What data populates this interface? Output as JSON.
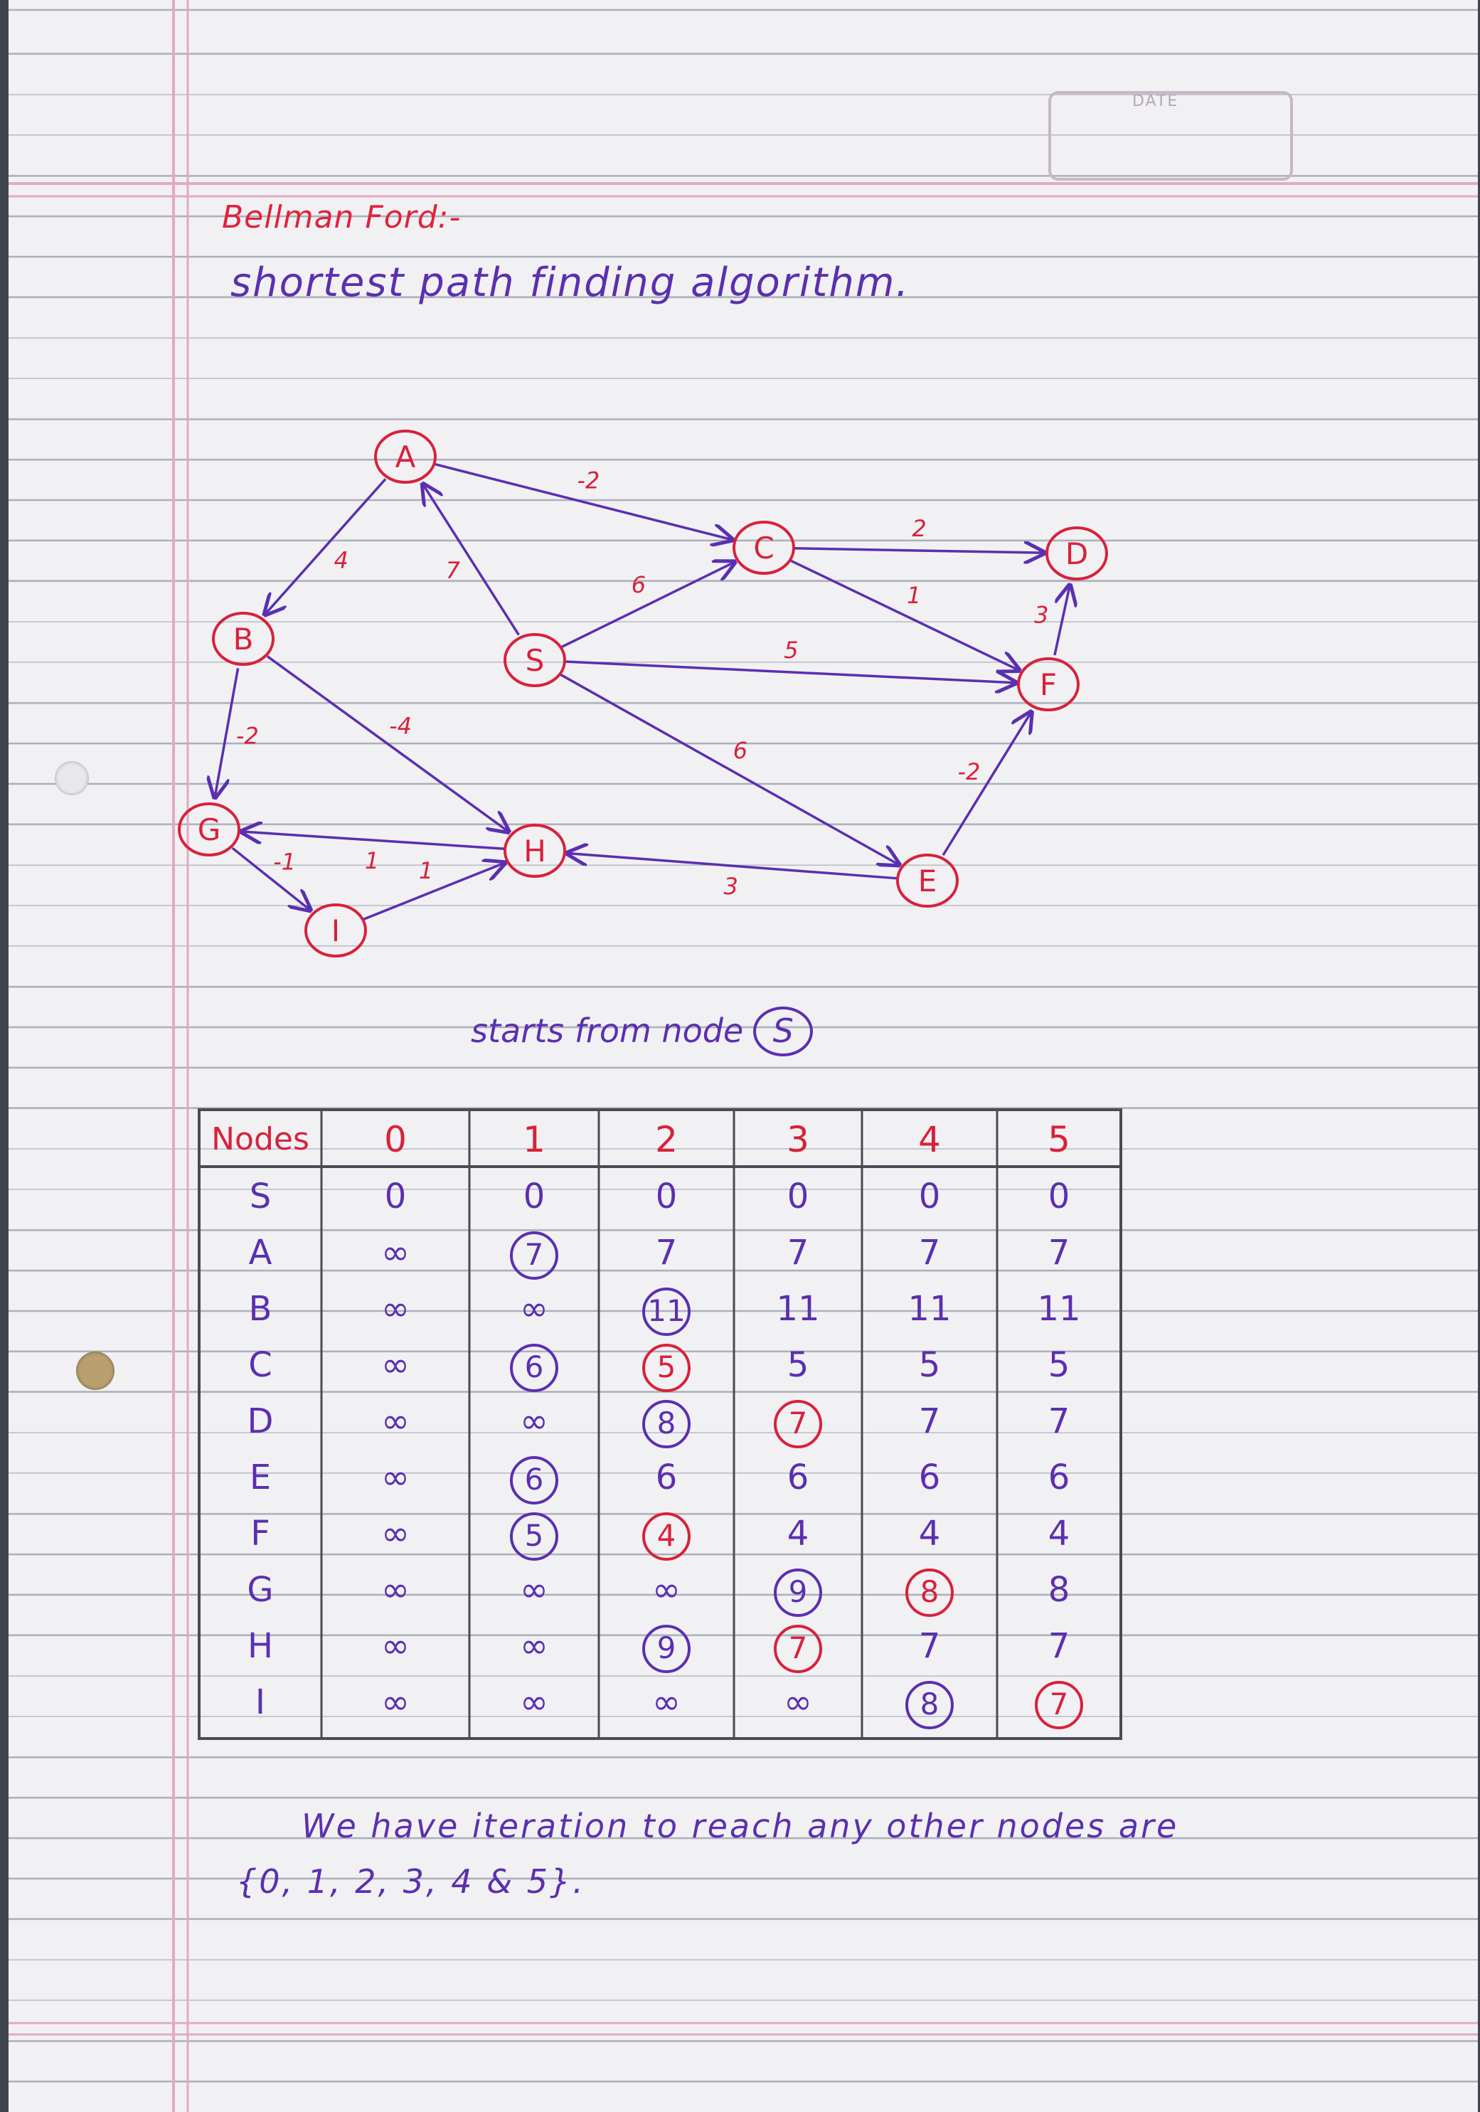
{
  "heading": "Bellman Ford:-",
  "subheading": "shortest path finding algorithm.",
  "date_label": "DATE",
  "graph": {
    "nodes": [
      {
        "id": "A",
        "label": "A"
      },
      {
        "id": "B",
        "label": "B"
      },
      {
        "id": "S",
        "label": "S"
      },
      {
        "id": "C",
        "label": "C"
      },
      {
        "id": "D",
        "label": "D"
      },
      {
        "id": "F",
        "label": "F"
      },
      {
        "id": "G",
        "label": "G"
      },
      {
        "id": "H",
        "label": "H"
      },
      {
        "id": "E",
        "label": "E"
      },
      {
        "id": "I",
        "label": "I"
      }
    ],
    "edges": [
      {
        "from": "A",
        "to": "B",
        "weight": "4"
      },
      {
        "from": "A",
        "to": "C",
        "weight": "-2"
      },
      {
        "from": "S",
        "to": "A",
        "weight": "7"
      },
      {
        "from": "S",
        "to": "C",
        "weight": "6"
      },
      {
        "from": "S",
        "to": "F",
        "weight": "5"
      },
      {
        "from": "S",
        "to": "E",
        "weight": "6"
      },
      {
        "from": "C",
        "to": "D",
        "weight": "2"
      },
      {
        "from": "C",
        "to": "F",
        "weight": "1"
      },
      {
        "from": "F",
        "to": "D",
        "weight": "3"
      },
      {
        "from": "E",
        "to": "F",
        "weight": "-2"
      },
      {
        "from": "B",
        "to": "G",
        "weight": "-2"
      },
      {
        "from": "B",
        "to": "H",
        "weight": "-4"
      },
      {
        "from": "H",
        "to": "G",
        "weight": "1"
      },
      {
        "from": "G",
        "to": "I",
        "weight": "-1"
      },
      {
        "from": "I",
        "to": "H",
        "weight": "1"
      },
      {
        "from": "E",
        "to": "H",
        "weight": "3"
      }
    ]
  },
  "caption": "starts from node",
  "caption_node": "S",
  "table": {
    "header": [
      "Nodes",
      "0",
      "1",
      "2",
      "3",
      "4",
      "5"
    ],
    "rows": [
      {
        "node": "S",
        "values": [
          "0",
          "0",
          "0",
          "0",
          "0",
          "0"
        ],
        "marks": [
          "",
          "",
          "",
          "",
          "",
          ""
        ]
      },
      {
        "node": "A",
        "values": [
          "∞",
          "7",
          "7",
          "7",
          "7",
          "7"
        ],
        "marks": [
          "",
          "blue",
          "",
          "",
          "",
          ""
        ]
      },
      {
        "node": "B",
        "values": [
          "∞",
          "∞",
          "11",
          "11",
          "11",
          "11"
        ],
        "marks": [
          "",
          "",
          "blue",
          "",
          "",
          ""
        ]
      },
      {
        "node": "C",
        "values": [
          "∞",
          "6",
          "5",
          "5",
          "5",
          "5"
        ],
        "marks": [
          "",
          "blue",
          "red",
          "",
          "",
          ""
        ]
      },
      {
        "node": "D",
        "values": [
          "∞",
          "∞",
          "8",
          "7",
          "7",
          "7"
        ],
        "marks": [
          "",
          "",
          "blue",
          "red",
          "",
          ""
        ]
      },
      {
        "node": "E",
        "values": [
          "∞",
          "6",
          "6",
          "6",
          "6",
          "6"
        ],
        "marks": [
          "",
          "blue",
          "",
          "",
          "",
          ""
        ]
      },
      {
        "node": "F",
        "values": [
          "∞",
          "5",
          "4",
          "4",
          "4",
          "4"
        ],
        "marks": [
          "",
          "blue",
          "red",
          "",
          "",
          ""
        ]
      },
      {
        "node": "G",
        "values": [
          "∞",
          "∞",
          "∞",
          "9",
          "8",
          "8"
        ],
        "marks": [
          "",
          "",
          "",
          "blue",
          "red",
          ""
        ]
      },
      {
        "node": "H",
        "values": [
          "∞",
          "∞",
          "9",
          "7",
          "7",
          "7"
        ],
        "marks": [
          "",
          "",
          "blue",
          "red",
          "",
          ""
        ]
      },
      {
        "node": "I",
        "values": [
          "∞",
          "∞",
          "∞",
          "∞",
          "8",
          "7"
        ],
        "marks": [
          "",
          "",
          "",
          "",
          "blue",
          "red"
        ]
      }
    ]
  },
  "note_line1": "We have iteration to reach any other nodes are",
  "note_line2": "{0, 1, 2, 3, 4 & 5}.",
  "colors": {
    "ink_blue": "#5b2fb0",
    "ink_red": "#d9213a",
    "margin_line": "#e3a9c2",
    "rule_line": "#a9abb6"
  }
}
